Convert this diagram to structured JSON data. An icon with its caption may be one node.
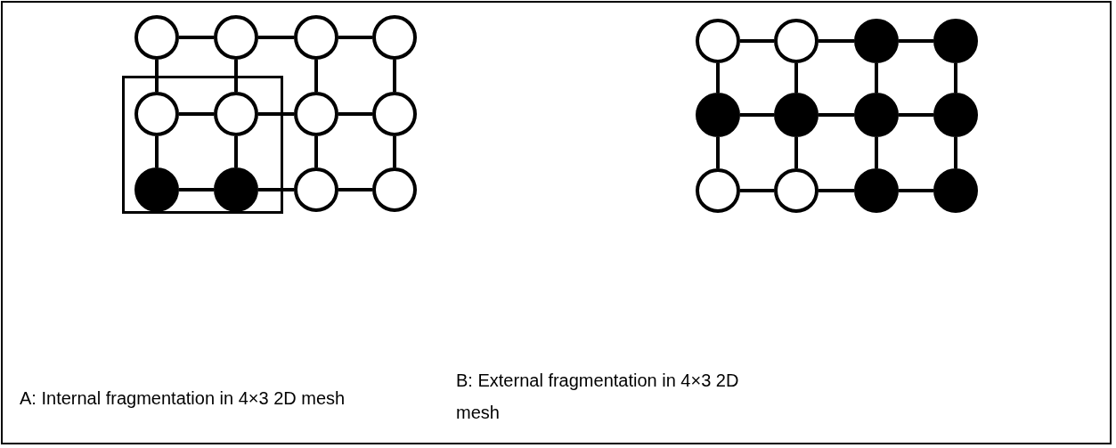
{
  "diagram": {
    "nodes": [
      {
        "text": [],
        "shape": "box"
      },
      {
        "text": [],
        "shape": "circle"
      },
      {
        "text": [],
        "shape": "circle"
      },
      {
        "text": [],
        "shape": "circle"
      },
      {
        "text": [],
        "shape": "circle"
      },
      {
        "text": [],
        "shape": "circle",
        "in": 0
      },
      {
        "text": [],
        "shape": "circle",
        "in": 0
      },
      {
        "text": [],
        "shape": "circle"
      },
      {
        "text": [],
        "shape": "circle"
      },
      {
        "text": [],
        "shape": "circle",
        "in": 0
      },
      {
        "text": [],
        "shape": "circle",
        "in": 0
      },
      {
        "text": [],
        "shape": "circle"
      },
      {
        "text": [],
        "shape": "circle"
      },
      {
        "text": [],
        "shape": "circle"
      },
      {
        "text": [],
        "shape": "circle"
      },
      {
        "text": [],
        "shape": "circle"
      },
      {
        "text": [],
        "shape": "circle"
      },
      {
        "text": [],
        "shape": "circle"
      },
      {
        "text": [],
        "shape": "circle"
      },
      {
        "text": [],
        "shape": "circle"
      },
      {
        "text": [],
        "shape": "circle"
      },
      {
        "text": [],
        "shape": "circle"
      },
      {
        "text": [],
        "shape": "circle"
      },
      {
        "text": [],
        "shape": "circle"
      },
      {
        "text": [],
        "shape": "circle"
      }
    ],
    "edges": [
      {
        "from": 1,
        "to": 2,
        "arrow": "none"
      },
      {
        "from": 2,
        "to": 3,
        "arrow": "none"
      },
      {
        "from": 3,
        "to": 4,
        "arrow": "none"
      },
      {
        "from": 5,
        "to": 6,
        "arrow": "none"
      },
      {
        "from": 6,
        "to": 7,
        "arrow": "none"
      },
      {
        "from": 7,
        "to": 8,
        "arrow": "none"
      },
      {
        "from": 9,
        "to": 10,
        "arrow": "none"
      },
      {
        "from": 10,
        "to": 11,
        "arrow": "none"
      },
      {
        "from": 11,
        "to": 12,
        "arrow": "none"
      },
      {
        "from": 1,
        "to": 5,
        "arrow": "none"
      },
      {
        "from": 2,
        "to": 6,
        "arrow": "none"
      },
      {
        "from": 3,
        "to": 7,
        "arrow": "none"
      },
      {
        "from": 4,
        "to": 8,
        "arrow": "none"
      },
      {
        "from": 5,
        "to": 9,
        "arrow": "none"
      },
      {
        "from": 6,
        "to": 10,
        "arrow": "none"
      },
      {
        "from": 7,
        "to": 11,
        "arrow": "none"
      },
      {
        "from": 8,
        "to": 12,
        "arrow": "none"
      },
      {
        "from": 13,
        "to": 14,
        "arrow": "none"
      },
      {
        "from": 14,
        "to": 15,
        "arrow": "none"
      },
      {
        "from": 15,
        "to": 16,
        "arrow": "none"
      },
      {
        "from": 17,
        "to": 18,
        "arrow": "none"
      },
      {
        "from": 18,
        "to": 19,
        "arrow": "none"
      },
      {
        "from": 19,
        "to": 20,
        "arrow": "none"
      },
      {
        "from": 21,
        "to": 22,
        "arrow": "none"
      },
      {
        "from": 22,
        "to": 23,
        "arrow": "none"
      },
      {
        "from": 23,
        "to": 24,
        "arrow": "none"
      },
      {
        "from": 13,
        "to": 17,
        "arrow": "none"
      },
      {
        "from": 14,
        "to": 18,
        "arrow": "none"
      },
      {
        "from": 15,
        "to": 19,
        "arrow": "none"
      },
      {
        "from": 16,
        "to": 20,
        "arrow": "none"
      },
      {
        "from": 17,
        "to": 21,
        "arrow": "none"
      },
      {
        "from": 18,
        "to": 22,
        "arrow": "none"
      },
      {
        "from": 19,
        "to": 23,
        "arrow": "none"
      },
      {
        "from": 20,
        "to": 24,
        "arrow": "none"
      }
    ],
    "labels": [
      "A: Internal fragmentation in 4×3 2D mesh",
      "B: External fragmentation in 4×3 2D mesh"
    ]
  }
}
